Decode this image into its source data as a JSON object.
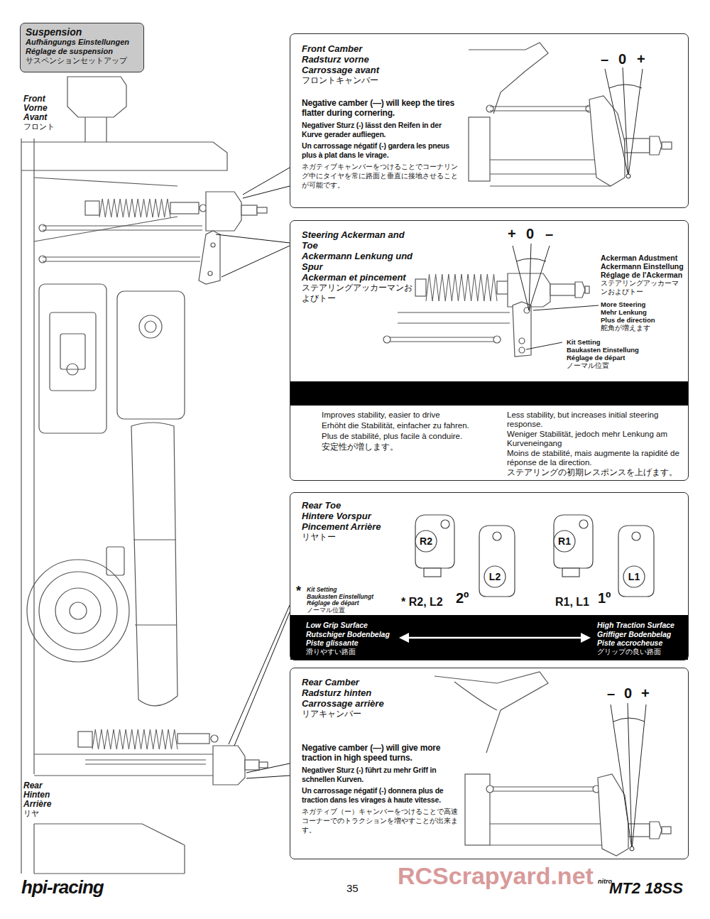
{
  "diagram": {
    "nodes": [
      {
        "text": [
          "Suspension",
          "Aufhängungs Einstellungen",
          "Réglage de suspension",
          "サスペンションセットアップ"
        ]
      },
      {
        "text": [
          "Front Camber",
          "Radsturz vorne",
          "Carrossage avant",
          "フロントキャンバー",
          "Negative camber (—) will keep the tires flatter during cornering.",
          "Negativer Sturz (-) lässt den Reifen in der Kurve gerader aufliegen.",
          "Un carrossage négatif (-) gardera les pneus plus à plat dans le virage.",
          "ネガティブキャンバーをつけることでコーナリング中にタイヤを常に路面と垂直に接地させることが可能です。"
        ]
      },
      {
        "text": [
          "Steering Ackerman and Toe",
          "Ackermann Lenkung und Spur",
          "Ackerman et pincement",
          "ステアリングアッカーマンおよびトー",
          "Ackerman Adustment",
          "Ackermann Einstellung",
          "Réglage de l'Ackerman",
          "ステアリングアッカーマンおよびトー",
          "More Steering",
          "Mehr Lenkung",
          "Plus de direction",
          "舵角が増えます",
          "Kit Setting",
          "Baukasten Einstellung",
          "Réglage de départ",
          "ノーマル位置",
          "Improves stability, easier to drive",
          "Erhöht die Stabilität, einfacher zu fahren.",
          "Plus de stabilité, plus facile à conduire.",
          "安定性が増します。",
          "Less stability, but increases initial steering response.",
          "Weniger Stabilität, jedoch mehr Lenkung am Kurveneingang",
          "Moins de stabilité, mais augmente la rapidité de réponse de la direction.",
          "ステアリングの初期レスポンスを上げます。"
        ]
      },
      {
        "text": [
          "Rear Toe",
          "Hintere Vorspur",
          "Pincement Arrière",
          "リヤトー",
          "Kit Setting",
          "Baukasten Einstellungt",
          "Réglage de départ",
          "ノーマル位置"
        ]
      },
      {
        "text": [
          "Low Grip Surface",
          "Rutschiger Bodenbelag",
          "Piste glissante",
          "滑りやすい路面",
          "High Traction Surface",
          "Griffiger Bodenbelag",
          "Piste accrocheuse",
          "グリップの良い路面"
        ],
        "in": 3
      },
      {
        "text": [
          "Rear Camber",
          "Radsturz hinten",
          "Carrossage arrière",
          "リアキャンバー",
          "Negative camber (—) will give more traction in high speed turns.",
          "Negativer Sturz (-) führt zu mehr Griff in schnellen Kurven.",
          "Un carrossage négatif (-) donnera plus de traction dans les virages à haute vitesse.",
          "ネガティブ（ー）キャンバーをつけることで高速コーナーでのトラクションを増やすことが出来ます。"
        ]
      }
    ],
    "labels": [
      "Front",
      "Vorne",
      "Avant",
      "フロント",
      "–",
      "0",
      "+",
      "+",
      "0",
      "–",
      "R2",
      "L2",
      "R1",
      "L1",
      "*",
      "* R2, L2",
      "2º",
      "R1, L1",
      "1º",
      "–",
      "0",
      "+",
      "Rear",
      "Hinten",
      "Arrière",
      "リヤ",
      "hpi-racing",
      "35",
      "nitro",
      "MT2 18SS",
      "RCScrapyard.net"
    ]
  }
}
